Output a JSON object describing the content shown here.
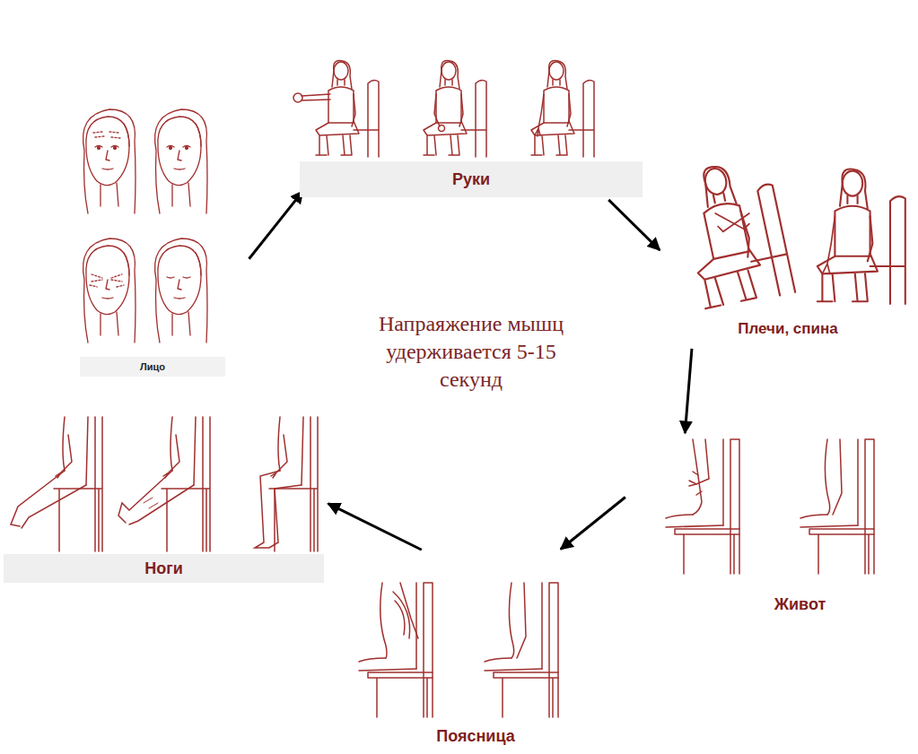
{
  "diagram": {
    "nodes": [
      {
        "text": [
          "Руки"
        ]
      },
      {
        "text": [
          "Плечи, спина"
        ]
      },
      {
        "text": [
          "Живот"
        ]
      },
      {
        "text": [
          "Поясница"
        ]
      },
      {
        "text": [
          "Ноги"
        ]
      },
      {
        "text": [
          "Лицо"
        ]
      }
    ],
    "edges": [
      {
        "from": 5,
        "to": 0,
        "arrow": "to"
      },
      {
        "from": 0,
        "to": 1,
        "arrow": "to"
      },
      {
        "from": 1,
        "to": 2,
        "arrow": "to"
      },
      {
        "from": 2,
        "to": 3,
        "arrow": "to"
      },
      {
        "from": 3,
        "to": 4,
        "arrow": "to"
      }
    ],
    "labels": [
      "Напраяжение мышц удерживается 5-15 секунд"
    ]
  }
}
